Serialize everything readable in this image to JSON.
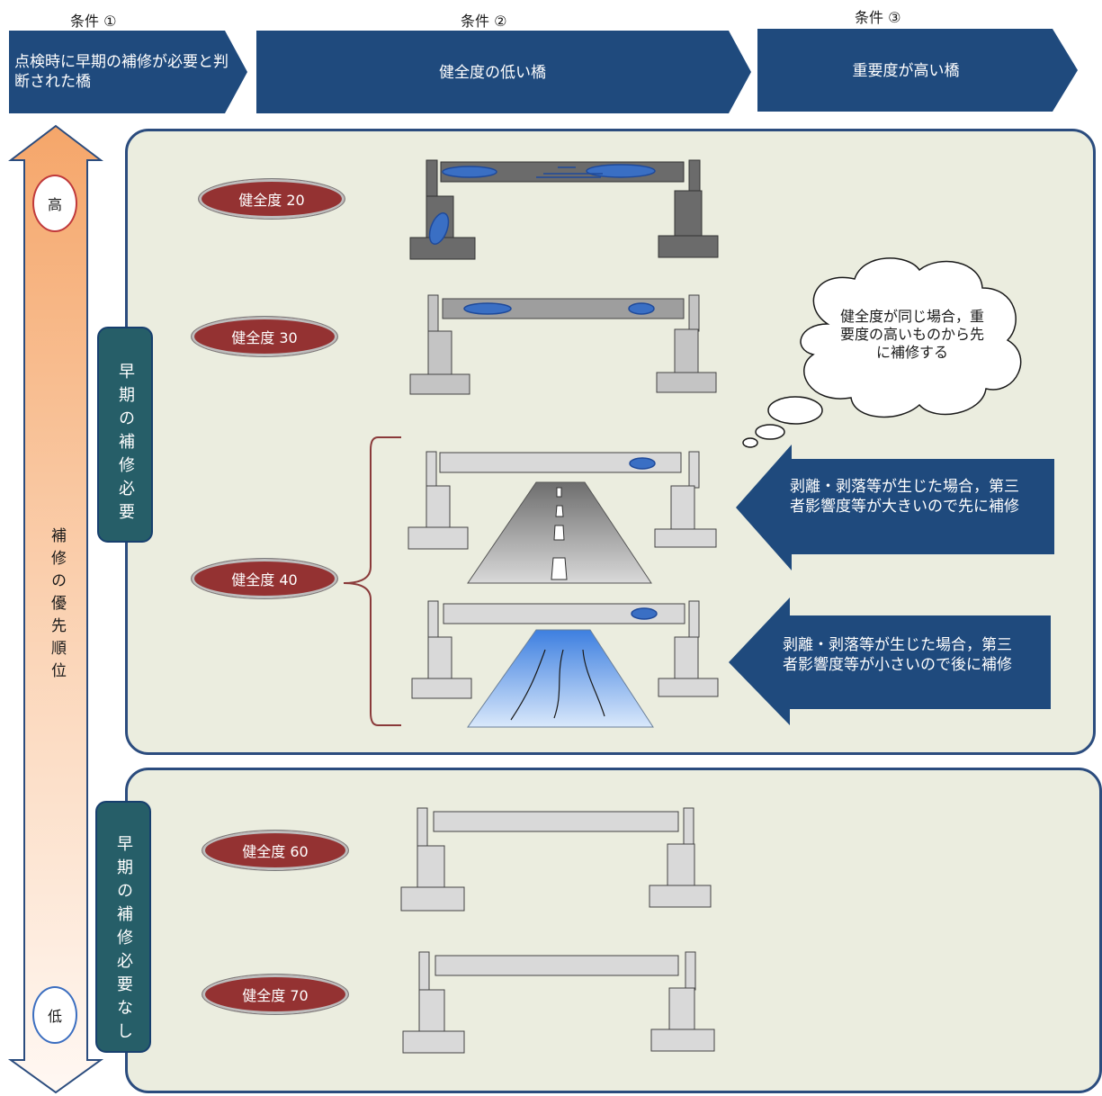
{
  "conditions": [
    {
      "label": "条件 ①",
      "text": "点検時に早期の補修が必要と判断された橋"
    },
    {
      "label": "条件 ②",
      "text": "健全度の低い橋"
    },
    {
      "label": "条件 ③",
      "text": "重要度が高い橋"
    }
  ],
  "priority_axis": {
    "high": "高",
    "low": "低",
    "label": "補修の優先順位"
  },
  "groups": {
    "repair_needed": "早期の補修必要",
    "repair_not_needed": "早期の補修必要なし"
  },
  "health_scores": [
    "健全度 20",
    "健全度 30",
    "健全度 40",
    "健全度 60",
    "健全度 70"
  ],
  "cloud_note": "健全度が同じ場合，重要度の高いものから先に補修する",
  "notes": [
    "剥離・剥落等が生じた場合，第三者影響度等が大きいので先に補修",
    "剥離・剥落等が生じた場合，第三者影響度等が小さいので後に補修"
  ],
  "colors": {
    "navy": "#1f4a7d",
    "pill": "#943232",
    "panel": "#ebeddf",
    "teal": "#265e68",
    "damage": "#3a6fc4"
  }
}
